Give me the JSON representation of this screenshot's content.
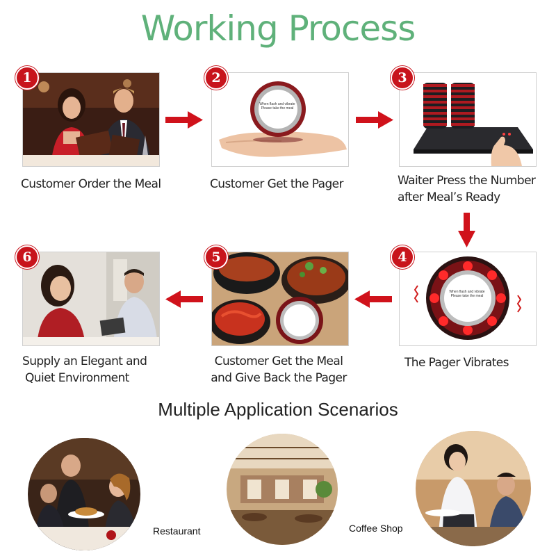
{
  "title": "Working Process",
  "steps": [
    {
      "number": "1",
      "caption": "Customer Order the Meal"
    },
    {
      "number": "2",
      "caption": "Customer Get the Pager"
    },
    {
      "number": "3",
      "caption_line1": "Waiter Press the Number",
      "caption_line2": "after Meal’s Ready"
    },
    {
      "number": "4",
      "caption": "The Pager Vibrates"
    },
    {
      "number": "5",
      "caption_line1": "Customer Get the Meal",
      "caption_line2": "and Give Back the Pager"
    },
    {
      "number": "6",
      "caption_line1": "Supply an Elegant and",
      "caption_line2": "Quiet Environment"
    }
  ],
  "pager_screen": {
    "line1": "When flash and vibrate",
    "line2": "Please take the meal"
  },
  "subtitle": "Multiple Application Scenarios",
  "scenarios": [
    {
      "label": "Restaurant"
    },
    {
      "label": "Coffee Shop"
    }
  ],
  "colors": {
    "title_green": "#5fb17a",
    "badge_red": "#c8141c",
    "arrow_red": "#d0121b"
  }
}
